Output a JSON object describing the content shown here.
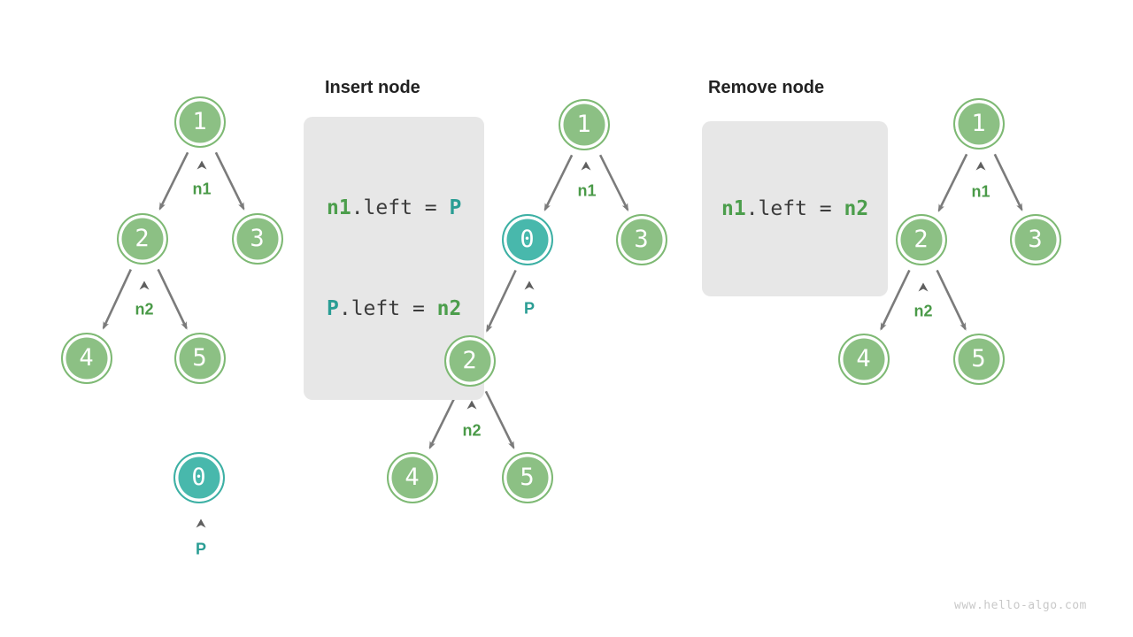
{
  "colors": {
    "node_green": "#8cc084",
    "node_green_border": "#7eb974",
    "node_teal": "#48b8ac",
    "node_teal_border": "#3db0a4",
    "label_green": "#4a9a48",
    "label_teal": "#2a9d94",
    "code_green": "#4c9e4c",
    "code_teal": "#2a9d94",
    "code_plain": "#3c3c3c",
    "edge_gray": "#7b7b7b",
    "caret_gray": "#5f5f5f",
    "codebox_bg": "#e7e7e7",
    "title_color": "#222222",
    "block_arrow": "#bbbbbb",
    "watermark": "#c8c8c8",
    "background": "#ffffff"
  },
  "sections": {
    "insert": {
      "title": "Insert node"
    },
    "remove": {
      "title": "Remove node"
    }
  },
  "code": {
    "insert_line1": {
      "a": "n1",
      "b": ".left = ",
      "c": "P"
    },
    "insert_line2": {
      "a": "P",
      "b": ".left = ",
      "c": "n2"
    },
    "remove_line1": {
      "a": "n1",
      "b": ".left = ",
      "c": "n2"
    }
  },
  "nodes": {
    "zero": "0",
    "one": "1",
    "two": "2",
    "three": "3",
    "four": "4",
    "five": "5"
  },
  "labels": {
    "n1": "n1",
    "n2": "n2",
    "p": "P"
  },
  "watermark": "www.hello-algo.com"
}
